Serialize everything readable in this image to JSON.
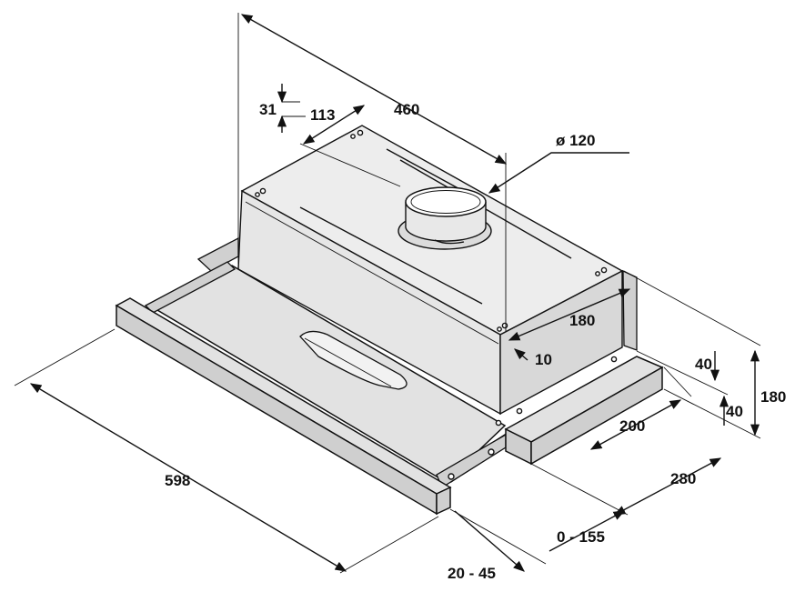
{
  "dimensions": {
    "d_460": "460",
    "d_113": "113",
    "d_31": "31",
    "d_duct": "ø 120",
    "d_180_side": "180",
    "d_10": "10",
    "d_40_top": "40",
    "d_40_bottom": "40",
    "d_180_height": "180",
    "d_200": "200",
    "d_280": "280",
    "d_598": "598",
    "d_0_155": "0 - 155",
    "d_20_45": "20 - 45"
  },
  "colors": {
    "line": "#111111",
    "body": "#e6e6e6",
    "shade": "#d0d0d0"
  }
}
